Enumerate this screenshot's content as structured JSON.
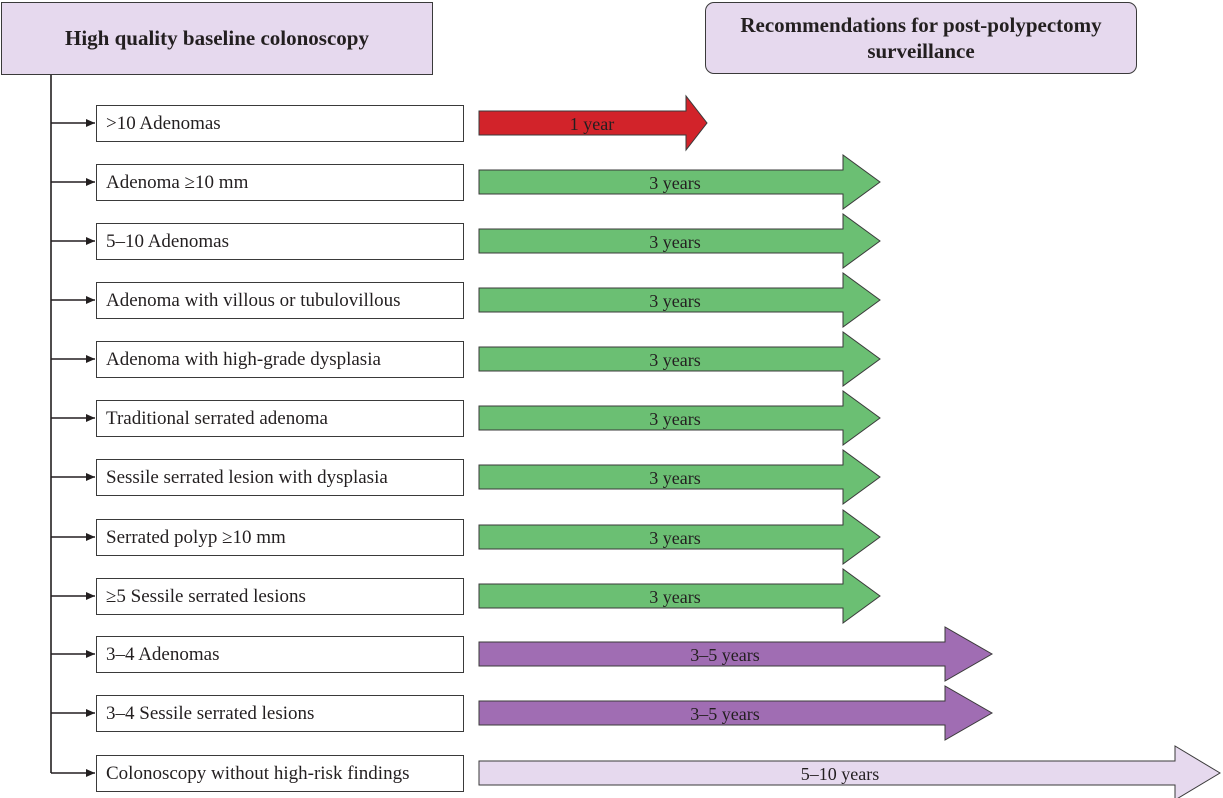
{
  "header": {
    "baseline_label": "High quality baseline colonoscopy",
    "recommendations_label": "Recommendations for post-polypectomy surveillance"
  },
  "colors": {
    "red": "#d2232a",
    "green": "#6bbf73",
    "purple": "#a06db3",
    "light_purple": "#e6d9ee",
    "header_fill": "#e6d9ee",
    "line": "#231f20"
  },
  "findings": [
    {
      "label": ">10 Adenomas",
      "interval": "1 year",
      "color_key": "red"
    },
    {
      "label": "Adenoma ≥10 mm",
      "interval": "3 years",
      "color_key": "green"
    },
    {
      "label": "5–10 Adenomas",
      "interval": "3 years",
      "color_key": "green"
    },
    {
      "label": "Adenoma with villous or tubulovillous",
      "interval": "3 years",
      "color_key": "green"
    },
    {
      "label": "Adenoma with high-grade dysplasia",
      "interval": "3 years",
      "color_key": "green"
    },
    {
      "label": "Traditional serrated adenoma",
      "interval": "3 years",
      "color_key": "green"
    },
    {
      "label": "Sessile serrated lesion with dysplasia",
      "interval": "3 years",
      "color_key": "green"
    },
    {
      "label": "Serrated polyp ≥10 mm",
      "interval": "3 years",
      "color_key": "green"
    },
    {
      "label": "≥5 Sessile serrated lesions",
      "interval": "3 years",
      "color_key": "green"
    },
    {
      "label": "3–4 Adenomas",
      "interval": "3–5 years",
      "color_key": "purple"
    },
    {
      "label": "3–4 Sessile serrated lesions",
      "interval": "3–5 years",
      "color_key": "purple"
    },
    {
      "label": "Colonoscopy without high-risk findings",
      "interval": "5–10 years",
      "color_key": "light_purple"
    }
  ]
}
